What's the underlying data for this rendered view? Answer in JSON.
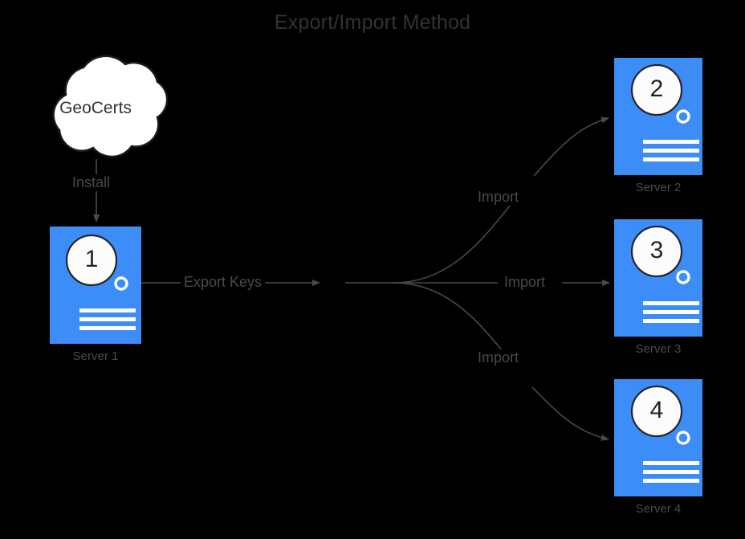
{
  "title": "Export/Import Method",
  "colors": {
    "background": "#000000",
    "server_blue": "#3d8df8",
    "line_gray": "#4a4a4a",
    "text_gray": "#4a4a4a",
    "title_gray": "#333333",
    "cloud_fill": "#ffffff",
    "cloud_stroke": "#1a1a1a",
    "badge_fill": "#fcfcfc",
    "badge_stroke": "#262626"
  },
  "cloud": {
    "name": "GeoCerts",
    "label": "GeoCerts"
  },
  "servers": [
    {
      "id": "server-1",
      "badge": "1",
      "label": "Server 1"
    },
    {
      "id": "server-2",
      "badge": "2",
      "label": "Server 2"
    },
    {
      "id": "server-3",
      "badge": "3",
      "label": "Server 3"
    },
    {
      "id": "server-4",
      "badge": "4",
      "label": "Server 4"
    }
  ],
  "edges": [
    {
      "id": "edge-install",
      "label": "Install",
      "from": "GeoCerts",
      "to": "Server 1"
    },
    {
      "id": "edge-export-keys",
      "label": "Export Keys",
      "from": "Server 1",
      "to": "junction"
    },
    {
      "id": "edge-import-2",
      "label": "Import",
      "from": "junction",
      "to": "Server 2"
    },
    {
      "id": "edge-import-3",
      "label": "Import",
      "from": "junction",
      "to": "Server 3"
    },
    {
      "id": "edge-import-4",
      "label": "Import",
      "from": "junction",
      "to": "Server 4"
    }
  ],
  "icons": {
    "server_ring": "status-ring-icon",
    "server_lines": "config-lines-icon",
    "cloud": "cloud-icon"
  }
}
